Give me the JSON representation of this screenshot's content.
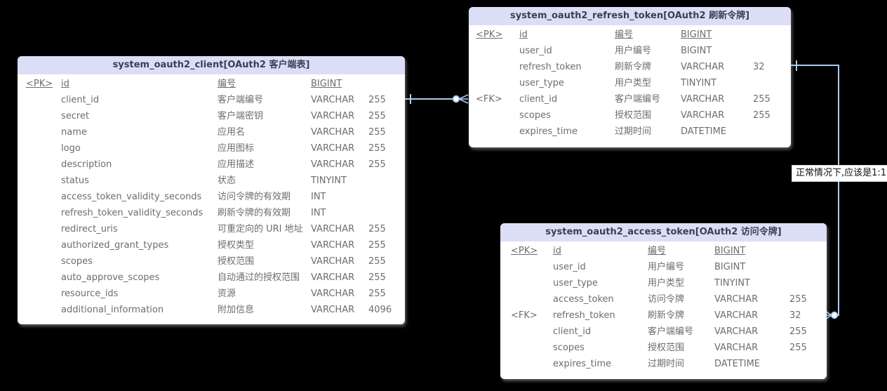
{
  "canvas": {
    "background": "#000000"
  },
  "colors": {
    "header_bg": "#dcdef8",
    "card_bg": "#ffffff",
    "title_text": "#3c3f52",
    "row_text": "#6d6d6d",
    "relation_line": "#a9cdf0",
    "annotation_text": "#111111"
  },
  "annotation": {
    "text": "正常情况下,应该是1:1"
  },
  "tables": [
    {
      "id": "client",
      "title": "system_oauth2_client[OAuth2 客户端表]",
      "rows": [
        {
          "key": "<PK>",
          "field": "id",
          "comment": "编号",
          "type": "BIGINT",
          "length": "",
          "pk": true
        },
        {
          "key": "",
          "field": "client_id",
          "comment": "客户端编号",
          "type": "VARCHAR",
          "length": "255"
        },
        {
          "key": "",
          "field": "secret",
          "comment": "客户端密钥",
          "type": "VARCHAR",
          "length": "255"
        },
        {
          "key": "",
          "field": "name",
          "comment": "应用名",
          "type": "VARCHAR",
          "length": "255"
        },
        {
          "key": "",
          "field": "logo",
          "comment": "应用图标",
          "type": "VARCHAR",
          "length": "255"
        },
        {
          "key": "",
          "field": "description",
          "comment": "应用描述",
          "type": "VARCHAR",
          "length": "255"
        },
        {
          "key": "",
          "field": "status",
          "comment": "状态",
          "type": "TINYINT",
          "length": ""
        },
        {
          "key": "",
          "field": "access_token_validity_seconds",
          "comment": "访问令牌的有效期",
          "type": "INT",
          "length": ""
        },
        {
          "key": "",
          "field": "refresh_token_validity_seconds",
          "comment": "刷新令牌的有效期",
          "type": "INT",
          "length": ""
        },
        {
          "key": "",
          "field": "redirect_uris",
          "comment": "可重定向的 URI 地址",
          "type": "VARCHAR",
          "length": "255"
        },
        {
          "key": "",
          "field": "authorized_grant_types",
          "comment": "授权类型",
          "type": "VARCHAR",
          "length": "255"
        },
        {
          "key": "",
          "field": "scopes",
          "comment": "授权范围",
          "type": "VARCHAR",
          "length": "255"
        },
        {
          "key": "",
          "field": "auto_approve_scopes",
          "comment": "自动通过的授权范围",
          "type": "VARCHAR",
          "length": "255"
        },
        {
          "key": "",
          "field": "resource_ids",
          "comment": "资源",
          "type": "VARCHAR",
          "length": "255"
        },
        {
          "key": "",
          "field": "additional_information",
          "comment": "附加信息",
          "type": "VARCHAR",
          "length": "4096"
        }
      ]
    },
    {
      "id": "refresh_token",
      "title": "system_oauth2_refresh_token[OAuth2 刷新令牌]",
      "rows": [
        {
          "key": "<PK>",
          "field": "id",
          "comment": "编号",
          "type": "BIGINT",
          "length": "",
          "pk": true
        },
        {
          "key": "",
          "field": "user_id",
          "comment": "用户编号",
          "type": "BIGINT",
          "length": ""
        },
        {
          "key": "",
          "field": "refresh_token",
          "comment": "刷新令牌",
          "type": "VARCHAR",
          "length": "32"
        },
        {
          "key": "",
          "field": "user_type",
          "comment": "用户类型",
          "type": "TINYINT",
          "length": ""
        },
        {
          "key": "<FK>",
          "field": "client_id",
          "comment": "客户端编号",
          "type": "VARCHAR",
          "length": "255"
        },
        {
          "key": "",
          "field": "scopes",
          "comment": "授权范围",
          "type": "VARCHAR",
          "length": "255"
        },
        {
          "key": "",
          "field": "expires_time",
          "comment": "过期时间",
          "type": "DATETIME",
          "length": ""
        }
      ]
    },
    {
      "id": "access_token",
      "title": "system_oauth2_access_token[OAuth2 访问令牌]",
      "rows": [
        {
          "key": "<PK>",
          "field": "id",
          "comment": "编号",
          "type": "BIGINT",
          "length": "",
          "pk": true
        },
        {
          "key": "",
          "field": "user_id",
          "comment": "用户编号",
          "type": "BIGINT",
          "length": ""
        },
        {
          "key": "",
          "field": "user_type",
          "comment": "用户类型",
          "type": "TINYINT",
          "length": ""
        },
        {
          "key": "",
          "field": "access_token",
          "comment": "访问令牌",
          "type": "VARCHAR",
          "length": "255"
        },
        {
          "key": "<FK>",
          "field": "refresh_token",
          "comment": "刷新令牌",
          "type": "VARCHAR",
          "length": "32"
        },
        {
          "key": "",
          "field": "client_id",
          "comment": "客户端编号",
          "type": "VARCHAR",
          "length": "255"
        },
        {
          "key": "",
          "field": "scopes",
          "comment": "授权范围",
          "type": "VARCHAR",
          "length": "255"
        },
        {
          "key": "",
          "field": "expires_time",
          "comment": "过期时间",
          "type": "DATETIME",
          "length": ""
        }
      ]
    }
  ],
  "relations": [
    {
      "from": "system_oauth2_client.id (one)",
      "to": "system_oauth2_refresh_token.client_id (many)"
    },
    {
      "from": "system_oauth2_refresh_token.refresh_token (one)",
      "to": "system_oauth2_access_token.refresh_token (many)",
      "note": "正常情况下,应该是1:1"
    }
  ]
}
